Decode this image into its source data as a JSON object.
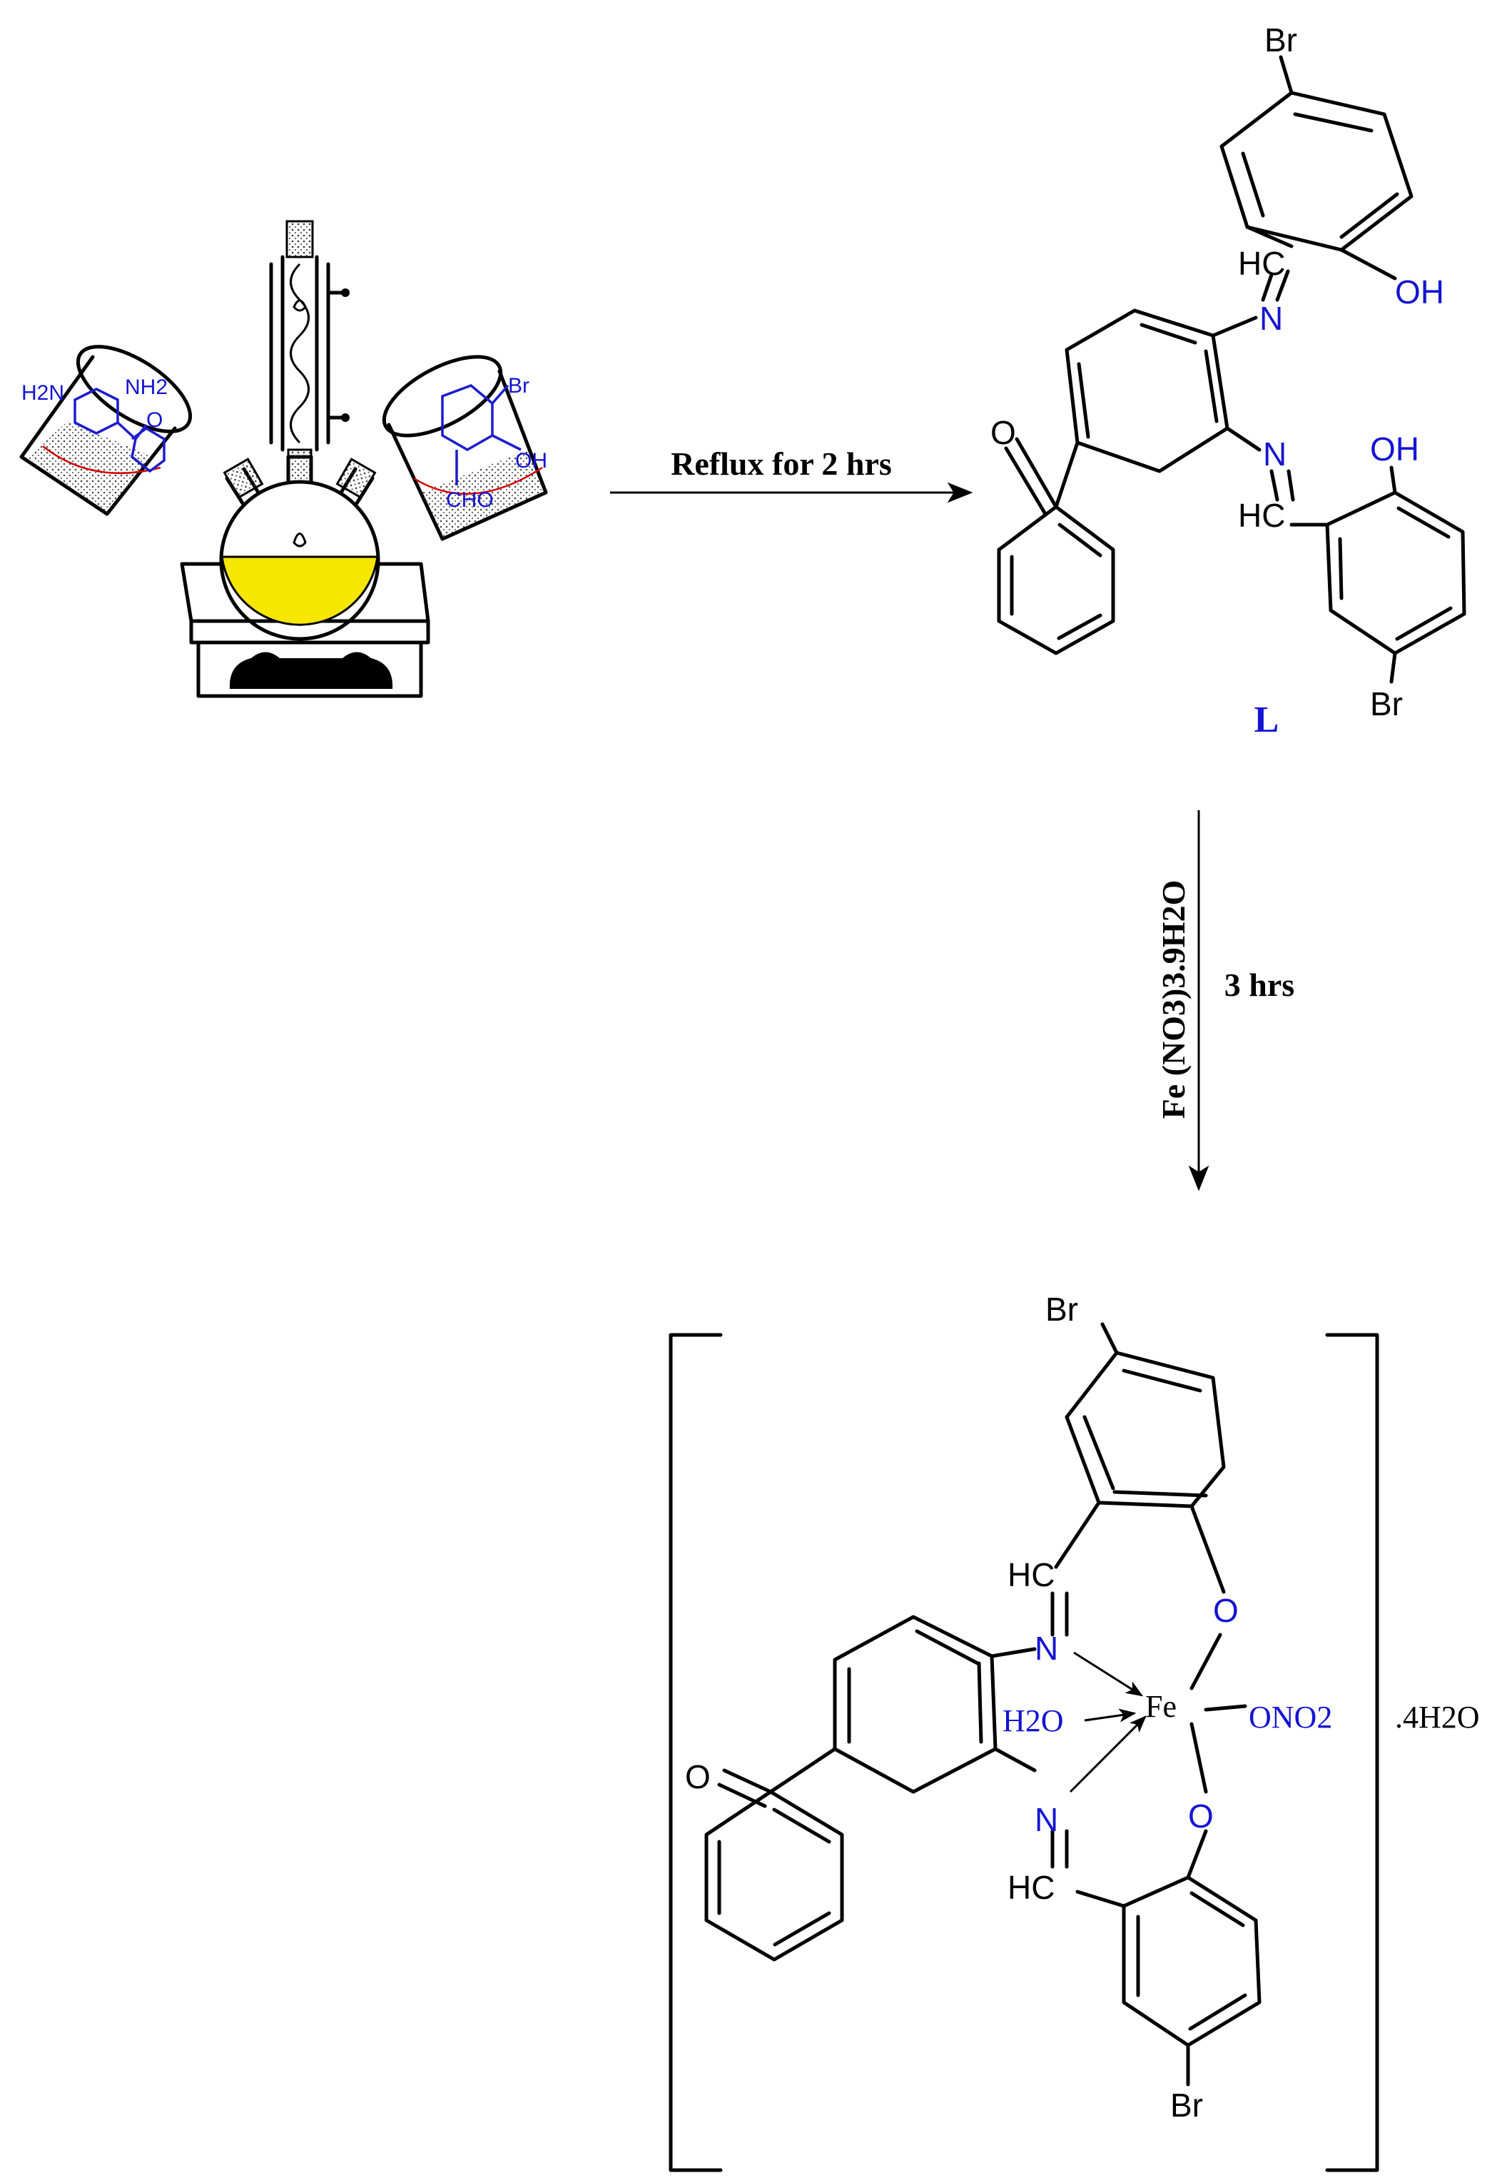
{
  "apparatus": {
    "left_beaker_labels": {
      "nh2_a": "H2N",
      "nh2_b": "NH2",
      "o": "O"
    },
    "right_beaker_labels": {
      "br": "Br",
      "oh": "OH",
      "cho": "CHO"
    },
    "flask_color": "#f7e600"
  },
  "step1": {
    "condition": "Reflux for 2 hrs"
  },
  "ligand": {
    "label": "L",
    "atoms": {
      "br_top": "Br",
      "oh_top": "OH",
      "hc_top": "HC",
      "n_top": "N",
      "n_bottom": "N",
      "hc_bottom": "HC",
      "oh_bottom": "OH",
      "br_bottom": "Br",
      "o_keto": "O"
    }
  },
  "step2": {
    "reagent": "Fe (NO3)3.9H2O",
    "time": "3 hrs"
  },
  "complex": {
    "atoms": {
      "br_top": "Br",
      "hc_top": "HC",
      "o_top": "O",
      "n_top": "N",
      "fe": "Fe",
      "h2o": "H2O",
      "ono2": "ONO2",
      "n_bottom": "N",
      "o_bottom": "O",
      "hc_bottom": "HC",
      "br_bottom": "Br",
      "o_keto": "O"
    },
    "hydrate": ".4H2O"
  },
  "colors": {
    "heteroatom": "#1414d2",
    "bond": "#000000"
  }
}
